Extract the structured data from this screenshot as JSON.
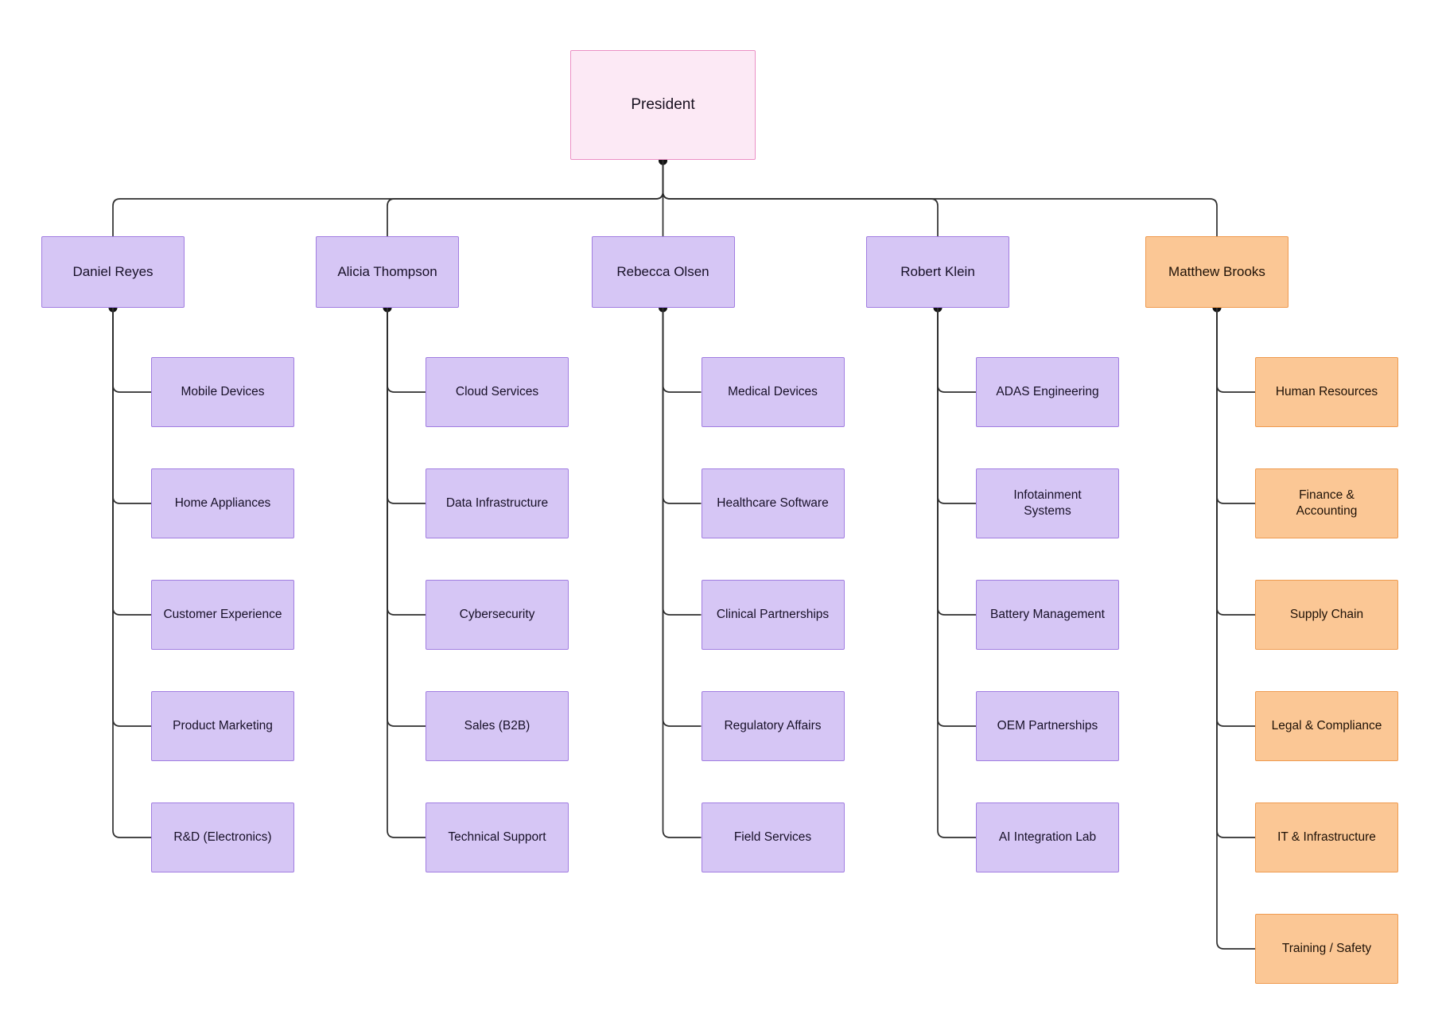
{
  "org_chart": {
    "root": {
      "label": "President"
    },
    "managers": [
      {
        "name": "Daniel Reyes",
        "theme": "purple",
        "departments": [
          "Mobile Devices",
          "Home Appliances",
          "Customer Experience",
          "Product Marketing",
          "R&D (Electronics)"
        ]
      },
      {
        "name": "Alicia Thompson",
        "theme": "purple",
        "departments": [
          "Cloud Services",
          "Data Infrastructure",
          "Cybersecurity",
          "Sales (B2B)",
          "Technical Support"
        ]
      },
      {
        "name": "Rebecca Olsen",
        "theme": "purple",
        "departments": [
          "Medical Devices",
          "Healthcare Software",
          "Clinical Partnerships",
          "Regulatory Affairs",
          "Field Services"
        ]
      },
      {
        "name": "Robert Klein",
        "theme": "purple",
        "departments": [
          "ADAS Engineering",
          "Infotainment\nSystems",
          "Battery Management",
          "OEM Partnerships",
          "AI Integration Lab"
        ]
      },
      {
        "name": "Matthew Brooks",
        "theme": "orange",
        "departments": [
          "Human Resources",
          "Finance &\nAccounting",
          "Supply Chain",
          "Legal & Compliance",
          "IT & Infrastructure",
          "Training / Safety"
        ]
      }
    ],
    "colors": {
      "background": "#ffffff",
      "pink_fill": "#fce9f5",
      "pink_border": "#eb90c5",
      "purple_fill": "#d6c6f5",
      "purple_border": "#a17de1",
      "orange_fill": "#fbc795",
      "orange_border": "#ef9b50",
      "line": "#2e2e2e",
      "dot": "#111111"
    }
  }
}
